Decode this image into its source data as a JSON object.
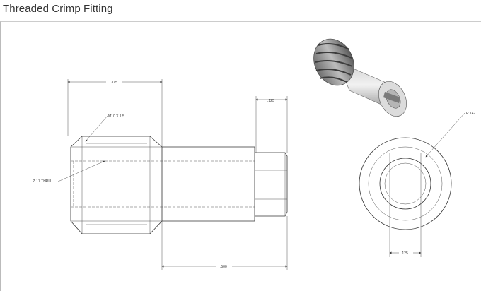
{
  "title": "Threaded Crimp Fitting",
  "dimensions": {
    "overall_thread_length": ".375",
    "thread_spec": "M10 X 1.5",
    "hole_spec": "Ø.17 THRU",
    "slot_depth": ".125",
    "overall_length": ".500",
    "slot_width": ".125",
    "radius": "R.142"
  }
}
